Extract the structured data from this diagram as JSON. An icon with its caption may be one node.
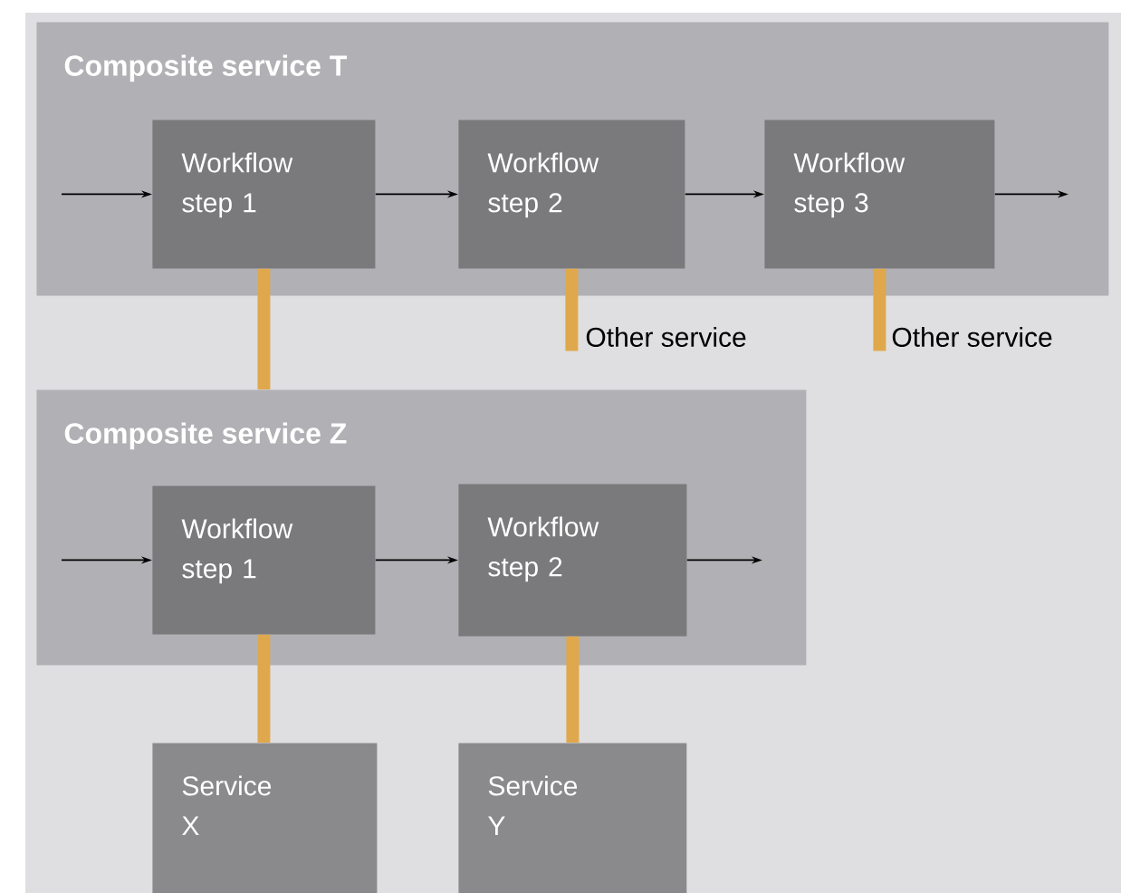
{
  "diagram": {
    "nodes": [
      {
        "text": [
          "Composite service T"
        ]
      },
      {
        "text": [
          "Workflow step 1"
        ],
        "in": 0
      },
      {
        "text": [
          "Workflow step 2"
        ],
        "in": 0
      },
      {
        "text": [
          "Workflow step 3"
        ],
        "in": 0
      },
      {
        "text": [
          "Other service"
        ]
      },
      {
        "text": [
          "Other service"
        ]
      },
      {
        "text": [
          "Composite service Z"
        ]
      },
      {
        "text": [
          "Workflow step 1"
        ],
        "in": 6
      },
      {
        "text": [
          "Workflow step 2"
        ],
        "in": 6
      },
      {
        "text": [
          "Service X"
        ]
      },
      {
        "text": [
          "Service Y"
        ]
      }
    ],
    "edges": [
      {
        "from": null,
        "to": 1,
        "arrow": "to"
      },
      {
        "from": 1,
        "to": 2,
        "arrow": "to"
      },
      {
        "from": 2,
        "to": 3,
        "arrow": "to"
      },
      {
        "from": 3,
        "to": null,
        "arrow": "to"
      },
      {
        "from": 1,
        "to": 6,
        "arrow": "none",
        "style": "thick",
        "color": "#e0a84c"
      },
      {
        "from": 2,
        "to": 4,
        "arrow": "none",
        "style": "thick",
        "color": "#e0a84c"
      },
      {
        "from": 3,
        "to": 5,
        "arrow": "none",
        "style": "thick",
        "color": "#e0a84c"
      },
      {
        "from": null,
        "to": 7,
        "arrow": "to"
      },
      {
        "from": 7,
        "to": 8,
        "arrow": "to"
      },
      {
        "from": 8,
        "to": null,
        "arrow": "to"
      },
      {
        "from": 7,
        "to": 9,
        "arrow": "none",
        "style": "thick",
        "color": "#e0a84c"
      },
      {
        "from": 8,
        "to": 10,
        "arrow": "none",
        "style": "thick",
        "color": "#e0a84c"
      }
    ]
  }
}
